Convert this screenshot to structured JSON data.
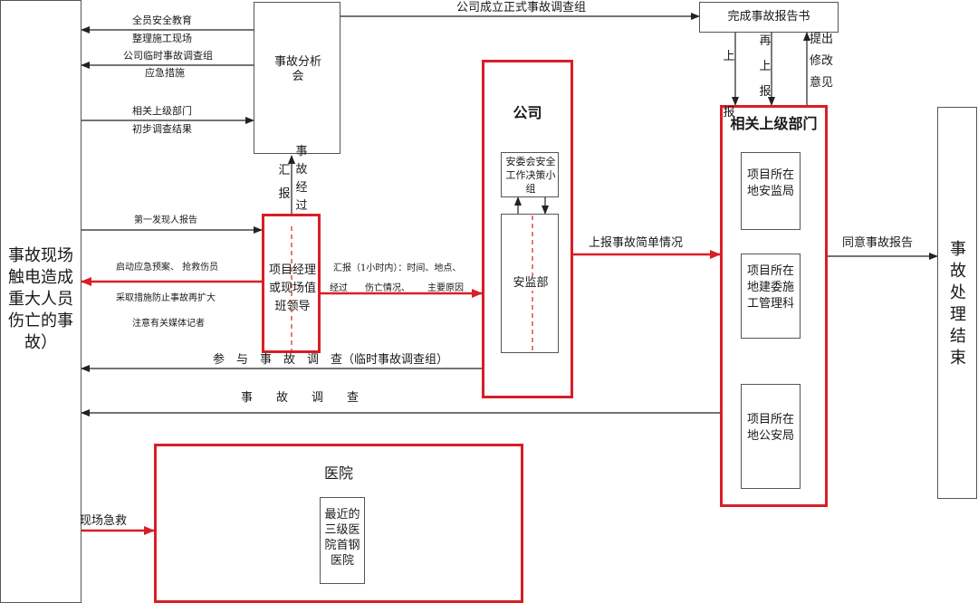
{
  "left_box": "事故现场触电造成重大人员伤亡的事故）",
  "right_box": "事故处理结束",
  "meeting_box": "事故分析会",
  "report_box": "完成事故报告书",
  "pm_box": "项目经理或现场值班领导",
  "company": {
    "title": "公司",
    "committee": "安委会安全工作决策小组",
    "supervision": "安监部"
  },
  "upper_dept": {
    "title": "相关上级部门",
    "items": [
      "项目所在地安监局",
      "项目所在地建委施工管理科",
      "项目所在地公安局"
    ]
  },
  "hospital": {
    "title": "医院",
    "inner": "最近的三级医院首钢医院"
  },
  "labels": {
    "safety_education": "全员安全教育",
    "tidy_site": "整理施工现场",
    "temp_team": "公司临时事故调查组",
    "emergency_measures": "应急措施",
    "upper_dept_short": "相关上级部门",
    "preliminary_result": "初步调查结果",
    "first_report": "第一发现人报告",
    "start_plan": "启动应急预案、 抢救伤员",
    "prevent_expand": "采取措施防止事故再扩大",
    "notice_media": "注意有关媒体记者",
    "report_1h_a": "汇报（1小时内）：时间、地点、",
    "report_1h_b1": "经过",
    "report_1h_b2": "伤亡情况、",
    "report_1h_b3": "主要原因",
    "report_after": "汇报",
    "after_process": "事故经过",
    "formal_team": "公司成立正式事故调查组",
    "simple_report": "上报事故简单情况",
    "agree_report": "同意事故报告",
    "participate": "参　与　事　故　调　查（临时事故调查组）",
    "investigation": "事　　故　　调　　查",
    "onsite_rescue": "现场急救",
    "report_up": "上报",
    "report_again": "再上报",
    "revise_opinion": "提出修改意见"
  }
}
